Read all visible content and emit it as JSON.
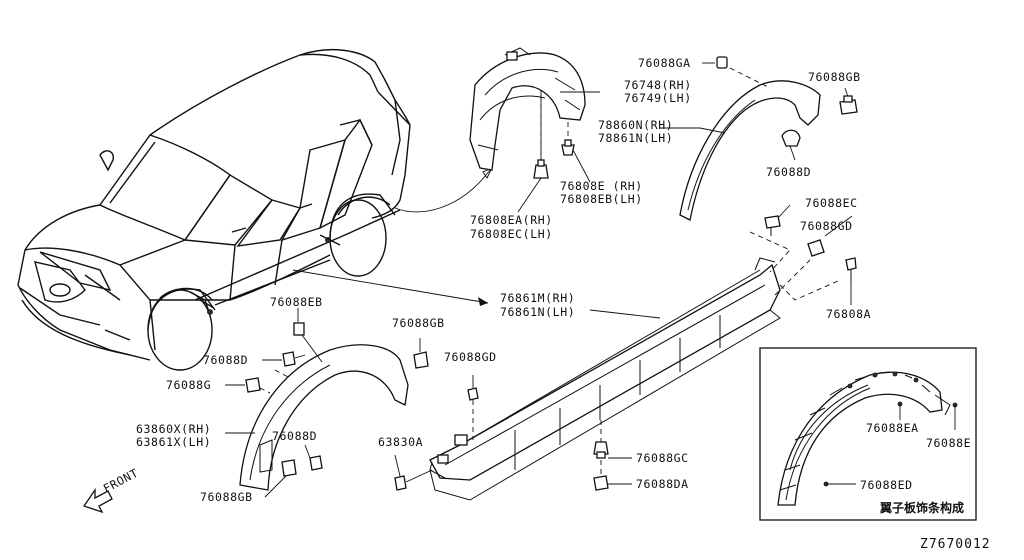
{
  "labels": {
    "l_76088ga": "76088GA",
    "l_76748": "76748(RH)",
    "l_76749": "76749(LH)",
    "l_76088gb_top": "76088GB",
    "l_78860n": "78860N(RH)",
    "l_78861n": "78861N(LH)",
    "l_76088d_top": "76088D",
    "l_76808e": "76808E (RH)",
    "l_76808eb": "76808EB(LH)",
    "l_76808ea": "76808EA(RH)",
    "l_76808ec": "76808EC(LH)",
    "l_76088ec": "76088EC",
    "l_76088gd_right": "76088GD",
    "l_76808a": "76808A",
    "l_76861m": "76861M(RH)",
    "l_76861n": "76861N(LH)",
    "l_76088eb": "76088EB",
    "l_76088gb_mid": "76088GB",
    "l_76088gd_mid": "76088GD",
    "l_76088d_left": "76088D",
    "l_76088g": "76088G",
    "l_63860x": "63860X(RH)",
    "l_63861x": "63861X(LH)",
    "l_76088d_low": "76088D",
    "l_63830a": "63830A",
    "l_76088gb_low": "76088GB",
    "l_76088gc": "76088GC",
    "l_76088da": "76088DA",
    "l_front": "FRONT",
    "l_76088ea": "76088EA",
    "l_76088e": "76088E",
    "l_76088ed": "76088ED",
    "l_inset_title": "翼子板饰条构成",
    "l_diagram_id": "Z7670012"
  }
}
